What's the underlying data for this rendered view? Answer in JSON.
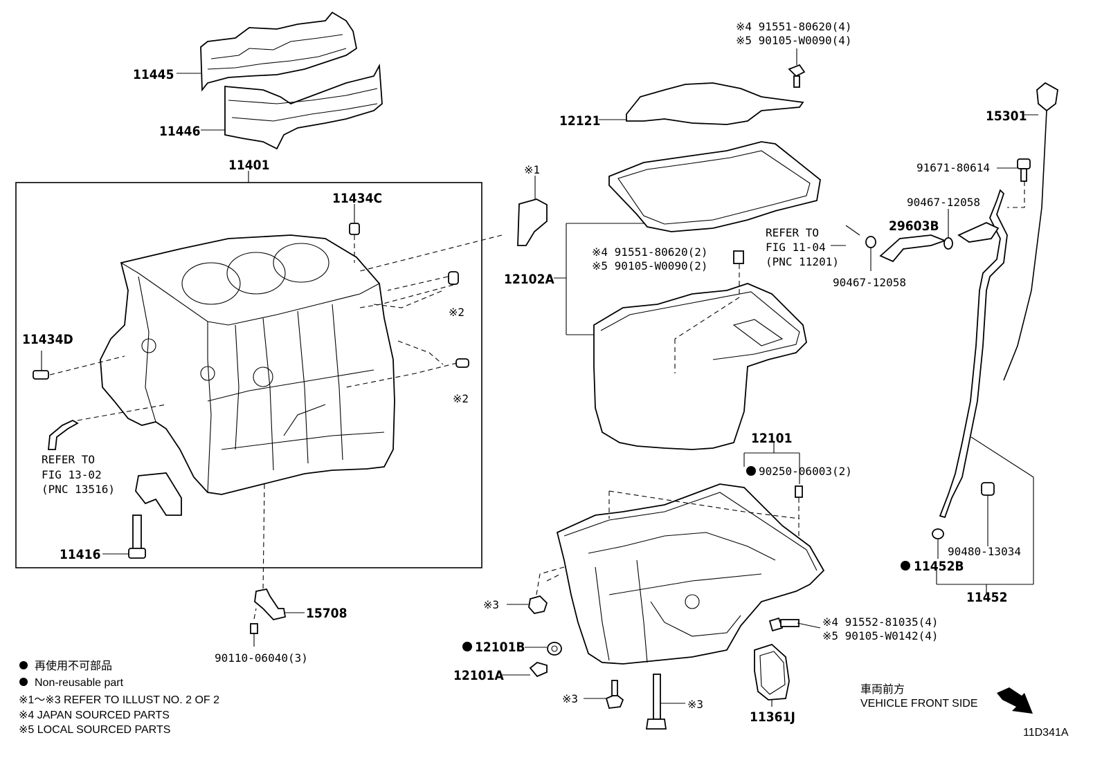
{
  "diagram_code": "11D341A",
  "labels": {
    "p11445": "11445",
    "p11446": "11446",
    "p11401": "11401",
    "p11434C": "11434C",
    "p11434D": "11434D",
    "ref_13_02_a": "REFER TO",
    "ref_13_02_b": "FIG 13-02",
    "ref_13_02_c": "(PNC 13516)",
    "p11416": "11416",
    "p15708": "15708",
    "p90110": "90110-06040(3)",
    "m1": "※1",
    "m2a": "※2",
    "m2b": "※2",
    "p12121": "12121",
    "top_bolt_4": "※4 91551-80620(4)",
    "top_bolt_5": "※5 90105-W0090(4)",
    "p12102A": "12102A",
    "mid_bolt_4": "※4 91551-80620(2)",
    "mid_bolt_5": "※5 90105-W0090(2)",
    "ref_11_04_a": "REFER TO",
    "ref_11_04_b": "FIG 11-04",
    "ref_11_04_c": "(PNC 11201)",
    "p29603B": "29603B",
    "p90467_top": "90467-12058",
    "p90467_bot": "90467-12058",
    "p91671": "91671-80614",
    "p15301": "15301",
    "p12101": "12101",
    "p90250": "90250-06003(2)",
    "m3a": "※3",
    "p12101B": "12101B",
    "p12101A": "12101A",
    "m3b": "※3",
    "m3c": "※3",
    "bolt_low_4": "※4  91552-81035(4)",
    "bolt_low_5": "※5  90105-W0142(4)",
    "p11361J": "11361J",
    "p90480": "90480-13034",
    "p11452B": "11452B",
    "p11452": "11452"
  },
  "legend": {
    "jp_nonreusable": "再使用不可部品",
    "nonreusable": "Non-reusable part",
    "refer_illust": "※1～※3  REFER TO ILLUST NO. 2 OF 2",
    "japan_sourced": "※4 JAPAN SOURCED PARTS",
    "local_sourced": "※5 LOCAL SOURCED PARTS"
  },
  "direction": {
    "jp": "車両前方",
    "en": "VEHICLE FRONT SIDE"
  }
}
